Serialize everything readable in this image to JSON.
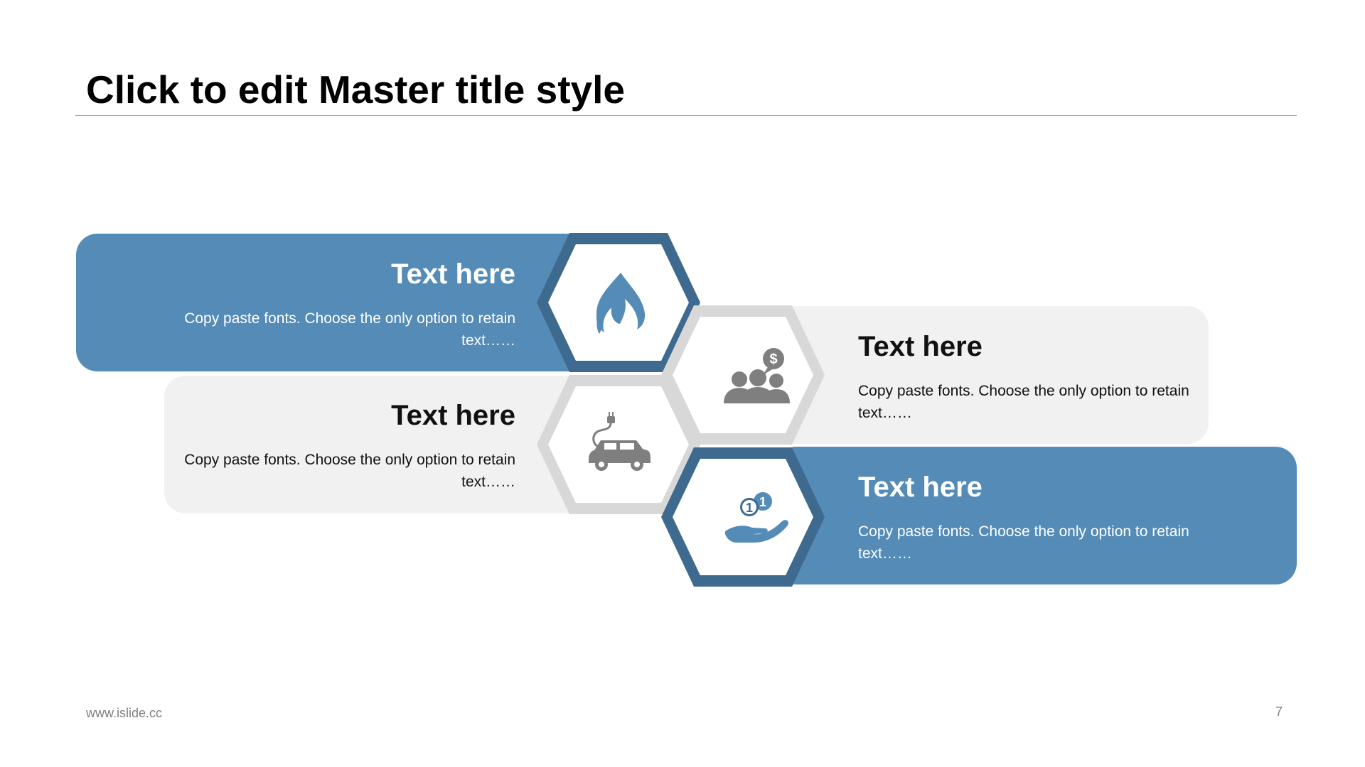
{
  "slide": {
    "title": "Click to edit Master title style",
    "footer_url": "www.islide.cc",
    "page_number": "7"
  },
  "colors": {
    "accent_blue": "#548bb7",
    "dark_blue": "#3f6a8f",
    "panel_gray": "#f1f1f1",
    "hex_gray": "#d8d8d8",
    "icon_gray": "#7f7f7f"
  },
  "items": [
    {
      "heading": "Text here",
      "body": "Copy paste fonts. Choose the only option to retain text……",
      "icon": "flame-icon",
      "style": "blue"
    },
    {
      "heading": "Text here",
      "body": "Copy paste fonts. Choose the only option to retain text……",
      "icon": "group-money-icon",
      "style": "gray"
    },
    {
      "heading": "Text here",
      "body": "Copy paste fonts. Choose the only option to retain text……",
      "icon": "electric-car-icon",
      "style": "gray"
    },
    {
      "heading": "Text here",
      "body": "Copy paste fonts. Choose the only option to retain text……",
      "icon": "hand-coins-icon",
      "style": "blue"
    }
  ]
}
